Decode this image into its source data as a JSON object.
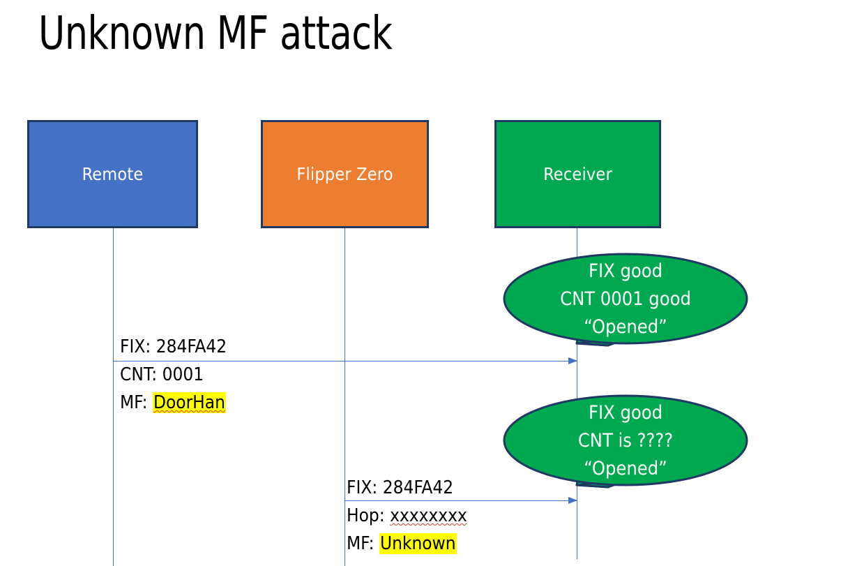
{
  "slide": {
    "title": "Unknown MF attack",
    "background": "#ffffff"
  },
  "colors": {
    "remote_fill": "#4472C4",
    "flipper_fill": "#ED7D31",
    "receiver_fill": "#00A94F",
    "box_border": "#1F3864",
    "line": "#4472C4",
    "highlight": "#FFFF00",
    "spellcheck": "#E03A2F",
    "text": "#000000",
    "box_text": "#FFFFFF"
  },
  "actors": [
    {
      "id": "remote",
      "label": "Remote"
    },
    {
      "id": "flipper",
      "label": "Flipper Zero"
    },
    {
      "id": "receiver",
      "label": "Receiver"
    }
  ],
  "messages": [
    {
      "id": "msg1",
      "from": "remote",
      "to": "receiver",
      "lines": [
        {
          "prefix": "FIX: ",
          "value": "284FA42",
          "highlight": false,
          "spellcheck": false
        },
        {
          "prefix": "CNT: ",
          "value": "0001",
          "highlight": false,
          "spellcheck": false
        },
        {
          "prefix": "MF: ",
          "value": "DoorHan",
          "highlight": true,
          "spellcheck": true
        }
      ]
    },
    {
      "id": "msg2",
      "from": "flipper",
      "to": "receiver",
      "lines": [
        {
          "prefix": "FIX: ",
          "value": "284FA42",
          "highlight": false,
          "spellcheck": false
        },
        {
          "prefix": "Hop: ",
          "value": "xxxxxxxx",
          "highlight": false,
          "spellcheck": true
        },
        {
          "prefix": "MF: ",
          "value": "Unknown",
          "highlight": true,
          "spellcheck": false
        }
      ]
    }
  ],
  "callouts": [
    {
      "id": "callout1",
      "attached_to": "receiver",
      "lines": [
        "FIX good",
        "CNT 0001 good",
        "“Opened”"
      ]
    },
    {
      "id": "callout2",
      "attached_to": "receiver",
      "lines": [
        "FIX good",
        "CNT is ????",
        "“Opened”"
      ]
    }
  ]
}
